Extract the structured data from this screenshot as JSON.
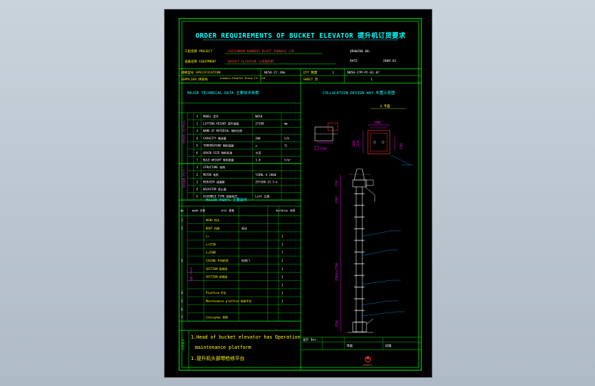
{
  "colors": {
    "background": "#000000",
    "frame": "#00ff00",
    "title": "#00ffff",
    "label": "#ffff00",
    "value": "#ffffff",
    "dimension": "#ff00ff",
    "detail": "#ff0000",
    "leader": "#00a0ff"
  },
  "title": "ORDER REQUIREMENTS OF BUCKET ELEVATOR 提升机订货要求",
  "header": {
    "project_label": "工程名称 PROJECT",
    "project_value": "CHIIENMAN HONBOSS BLAST FURNACE LTD",
    "equipment_label": "设备名称 EQUIPMENT",
    "equipment_value": "BUCKET ELEVATOR 斗式提升机",
    "drawing_label": "DRAWING NO.",
    "date_label": "DATE",
    "date_value": "2009.01",
    "spec_label": "规格型号 SPECIFICATION",
    "spec_value": "NE50-27.39m",
    "qty_label": "QTY 数量",
    "qty_value": "1",
    "doc_value": "NB50-27M-PC-01.07",
    "supplier_label": "SUPPLIER 供货商",
    "supplier_value": "Jiangsu Pengfei Group Co.,Ltd",
    "sheet_label": "SHEET 页",
    "sheet_value": "1"
  },
  "sections": {
    "technical": "MAJOR TECHNICAL DATA 主要技术参数",
    "collocation": "COLLOCATION DESIGN WAY 布置示意图",
    "parts": "MAJOR PARTS 主要部件"
  },
  "group_labels": {
    "material": "物料特性 MATERIAL",
    "drive": "驱动装置 DRIVE",
    "parts": "部件 PARTS"
  },
  "tech_rows": [
    {
      "no": "1",
      "name": "MODEL 型号",
      "value": "NE50",
      "unit": ""
    },
    {
      "no": "2",
      "name": "LIFTING HEIGHT 提升高度",
      "value": "27390",
      "unit": "mm"
    },
    {
      "no": "3",
      "name": "NAME OF MATERIAL 物料名称",
      "value": "",
      "unit": ""
    },
    {
      "no": "4",
      "name": "CAPACITY 输送量",
      "value": "200",
      "unit": "t/h"
    },
    {
      "no": "5",
      "name": "TEMPERATURE 物料温度",
      "value": "≤",
      "unit": "℃"
    },
    {
      "no": "6",
      "name": "GRAIN SIZE 物料粒度",
      "value": "水泥",
      "unit": ""
    },
    {
      "no": "7",
      "name": "BULK WEIGHT 堆积密度",
      "value": "1.0",
      "unit": "t/m³"
    },
    {
      "no": "1",
      "name": "STRUCTURE 结构",
      "value": "",
      "unit": ""
    },
    {
      "no": "2",
      "name": "MOTOR 电机",
      "value": "Y200L-4 30kW",
      "unit": ""
    },
    {
      "no": "3",
      "name": "REDUCER 减速器",
      "value": "ZSY280-31.5-Ⅱ",
      "unit": ""
    },
    {
      "no": "4",
      "name": "BACKSTOP 逆止器",
      "value": "",
      "unit": ""
    },
    {
      "no": "5",
      "name": "ASSEMBLE TYPE 装配型式",
      "value": "Left 左装",
      "unit": ""
    }
  ],
  "parts_headers": [
    "NO.",
    "NAME 名称",
    "SPEC 规格",
    "MATERIAL 材质"
  ],
  "parts_rows": [
    {
      "no": "1",
      "name": "HEAD 机头",
      "spec": "",
      "qty": ""
    },
    {
      "no": "2",
      "name": "BOOT 机座",
      "spec": "驱动",
      "qty": ""
    },
    {
      "no": "",
      "name": "L=",
      "spec": "",
      "qty": "1"
    },
    {
      "no": "",
      "name": "L=2720",
      "spec": "",
      "qty": "1"
    },
    {
      "no": "",
      "name": "L=2500",
      "spec": "",
      "qty": "7"
    },
    {
      "no": "3",
      "name": "CASING 中间机壳",
      "spec": "检视门",
      "qty": "1"
    },
    {
      "no": "",
      "name": "SECTION 检修段",
      "spec": "",
      "qty": "1"
    },
    {
      "no": "",
      "name": "SECTION 张紧段",
      "spec": "",
      "qty": "1"
    },
    {
      "no": "",
      "name": "",
      "spec": "",
      "qty": "1"
    },
    {
      "no": "4",
      "name": "Platform 平台",
      "spec": "",
      "qty": "1"
    },
    {
      "no": "5",
      "name": "Maintenance platform 检修平台",
      "spec": "",
      "qty": "1"
    },
    {
      "no": "6",
      "name": "",
      "spec": "",
      "qty": ""
    },
    {
      "no": "7",
      "name": "Consignee 其他",
      "spec": "",
      "qty": ""
    }
  ],
  "notes": [
    "1.Head of bucket elevator has Operation",
    "maintenance platform",
    "1.提升机头部带检修平台"
  ],
  "title_block": {
    "design_label": "设计 Des.",
    "check_label": "审核",
    "date_label": "日期",
    "company": "PENGFEI"
  },
  "plan_dims": {
    "top": "1980",
    "left_side": "2720",
    "side_a": "2130",
    "side_b": "1800",
    "bottom": "2720",
    "right": "1350"
  },
  "elevation_dims": {
    "total": "25800+17500",
    "top": "2700",
    "upper": "2500",
    "bottom": "3500"
  }
}
